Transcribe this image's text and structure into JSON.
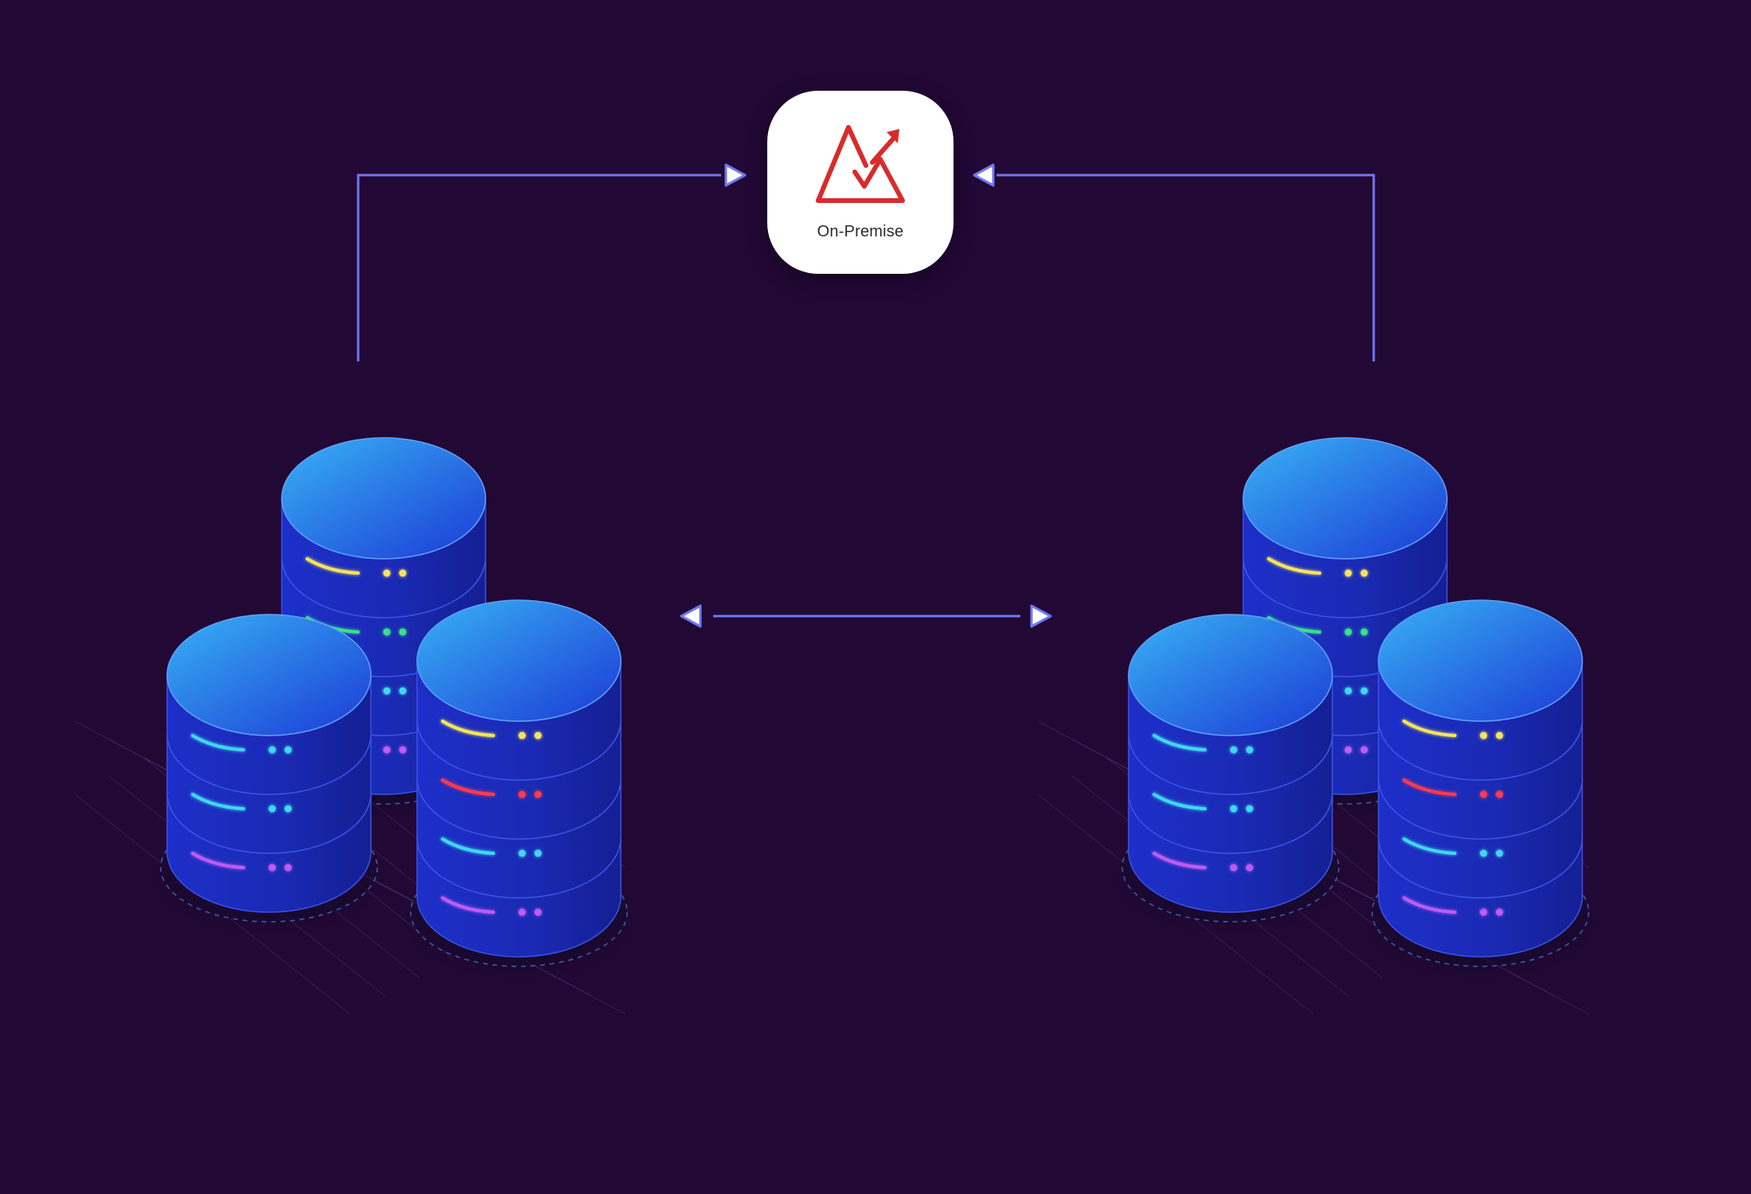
{
  "hub": {
    "label": "On-Premise",
    "icon": "mountain-trend-arrow-icon",
    "logo_color": "#d92b2b"
  },
  "colors": {
    "background": "#220835",
    "connector": "#6f78ee",
    "cylinder_top_light": "#38b2f4",
    "cylinder_top_dark": "#1c3ad6",
    "cylinder_body": "#1a2bb8"
  },
  "clusters": [
    {
      "id": "left-cluster",
      "servers": [
        {
          "id": "back",
          "rows": 4,
          "led_colors": [
            "#f5e55a",
            "#39e08a",
            "#3fd8f0",
            "#c05cf0"
          ]
        },
        {
          "id": "front-left",
          "rows": 3,
          "led_colors": [
            "#3fd8f0",
            "#3fd8f0",
            "#c05cf0"
          ]
        },
        {
          "id": "front-right",
          "rows": 4,
          "led_colors": [
            "#f5e55a",
            "#ff3b4e",
            "#3fd8f0",
            "#c05cf0"
          ]
        }
      ]
    },
    {
      "id": "right-cluster",
      "servers": [
        {
          "id": "back",
          "rows": 4,
          "led_colors": [
            "#f5e55a",
            "#39e08a",
            "#3fd8f0",
            "#c05cf0"
          ]
        },
        {
          "id": "front-left",
          "rows": 3,
          "led_colors": [
            "#3fd8f0",
            "#3fd8f0",
            "#c05cf0"
          ]
        },
        {
          "id": "front-right",
          "rows": 4,
          "led_colors": [
            "#f5e55a",
            "#ff3b4e",
            "#3fd8f0",
            "#c05cf0"
          ]
        }
      ]
    }
  ],
  "connections": [
    {
      "id": "left-to-hub",
      "from": "left-cluster",
      "to": "hub",
      "direction": "one-way"
    },
    {
      "id": "right-to-hub",
      "from": "right-cluster",
      "to": "hub",
      "direction": "one-way"
    },
    {
      "id": "between-clusters",
      "from": "left-cluster",
      "to": "right-cluster",
      "direction": "two-way"
    }
  ]
}
